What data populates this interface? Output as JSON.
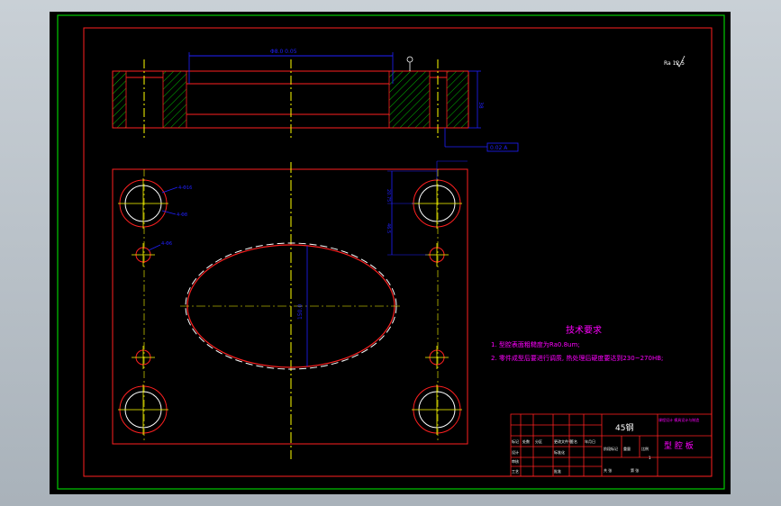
{
  "drawing": {
    "top_dimension": "Φ8.0 0.05",
    "roughness_note": "Ra 12.5",
    "datum_callout": "0.02 A",
    "hole_callout_1": "4-Φ16",
    "hole_callout_2": "4-Φ8",
    "hole_callout_3": "4-Φ6",
    "vertical_dim_1": "20.75",
    "vertical_dim_2": "46.5",
    "ellipse_dim": "150.0",
    "side_dim": "38"
  },
  "tech": {
    "heading": "技术要求",
    "req1": "1. 型腔表面粗糙度为Ra0.8um;",
    "req2": "2. 零件成型后要进行调质, 热处理后硬度要达到230~270HB;"
  },
  "title_block": {
    "material": "45钢",
    "part_name": "型 腔 板",
    "school_note": "课程设计 模具设计与制造",
    "cells": [
      "标记",
      "处数",
      "分区",
      "更改文件号",
      "签名",
      "年月日",
      "设计",
      "标准化",
      "审核",
      "工艺",
      "批准",
      "阶段标记",
      "重量",
      "比例",
      "共 张",
      "第 张",
      "1"
    ]
  },
  "colors": {
    "outer_border": "#00cc00",
    "inner_border": "#ff2020",
    "dimension": "#2020ff",
    "center_line": "#ffff00",
    "hatch": "#00c000",
    "text_magenta": "#ff00ff"
  }
}
